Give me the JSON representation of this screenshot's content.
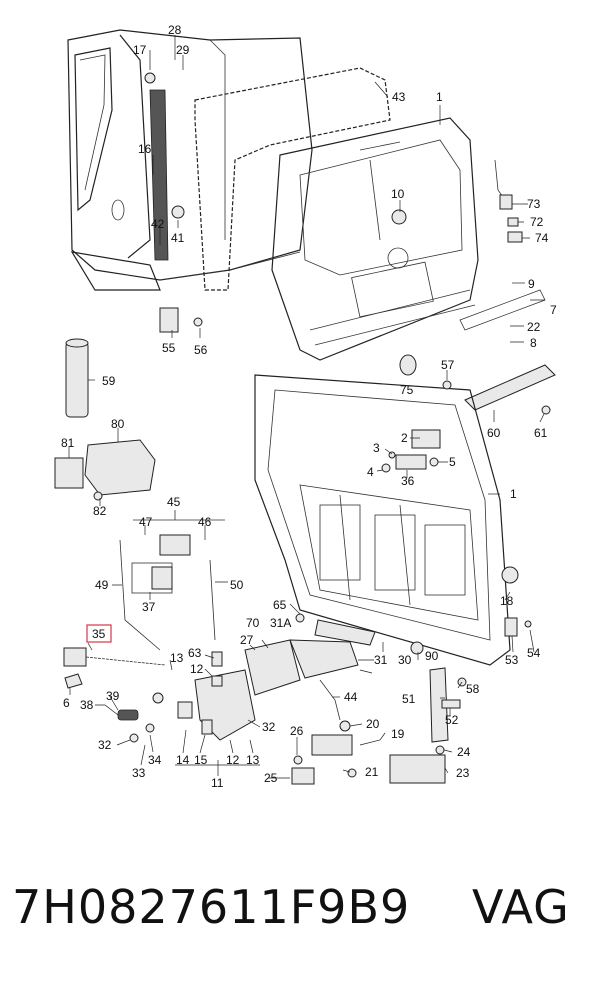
{
  "part_number": "7H0827611F9B9",
  "brand": "VAG",
  "highlight_color": "#d9344a",
  "callouts": [
    "28",
    "17",
    "29",
    "43",
    "1",
    "16",
    "73",
    "10",
    "72",
    "42",
    "41",
    "74",
    "9",
    "7",
    "22",
    "8",
    "55",
    "56",
    "59",
    "57",
    "75",
    "60",
    "61",
    "80",
    "2",
    "3",
    "5",
    "81",
    "4",
    "36",
    "1",
    "82",
    "45",
    "47",
    "46",
    "49",
    "50",
    "37",
    "18",
    "65",
    "70",
    "27",
    "31A",
    "31",
    "30",
    "90",
    "53",
    "54",
    "35",
    "13",
    "63",
    "12",
    "58",
    "51",
    "52",
    "39",
    "38",
    "6",
    "44",
    "20",
    "19",
    "32",
    "26",
    "32",
    "34",
    "33",
    "14",
    "15",
    "12",
    "13",
    "24",
    "11",
    "25",
    "21",
    "23"
  ],
  "highlighted": "35"
}
